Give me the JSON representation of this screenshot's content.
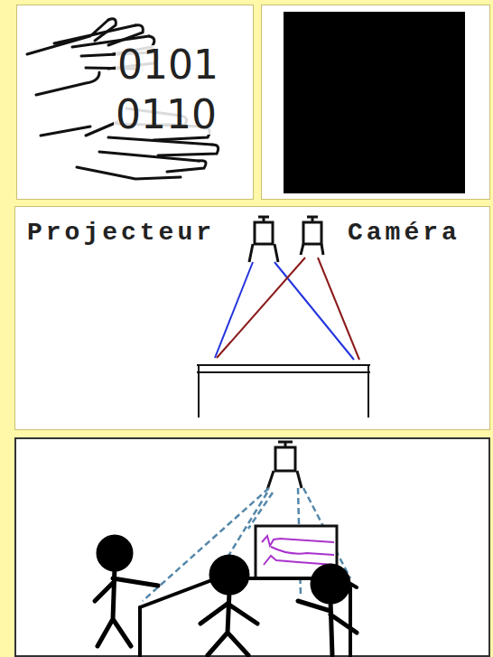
{
  "diagram": {
    "labels": [
      "0101",
      "0110",
      "Projecteur",
      "Caméra"
    ]
  }
}
